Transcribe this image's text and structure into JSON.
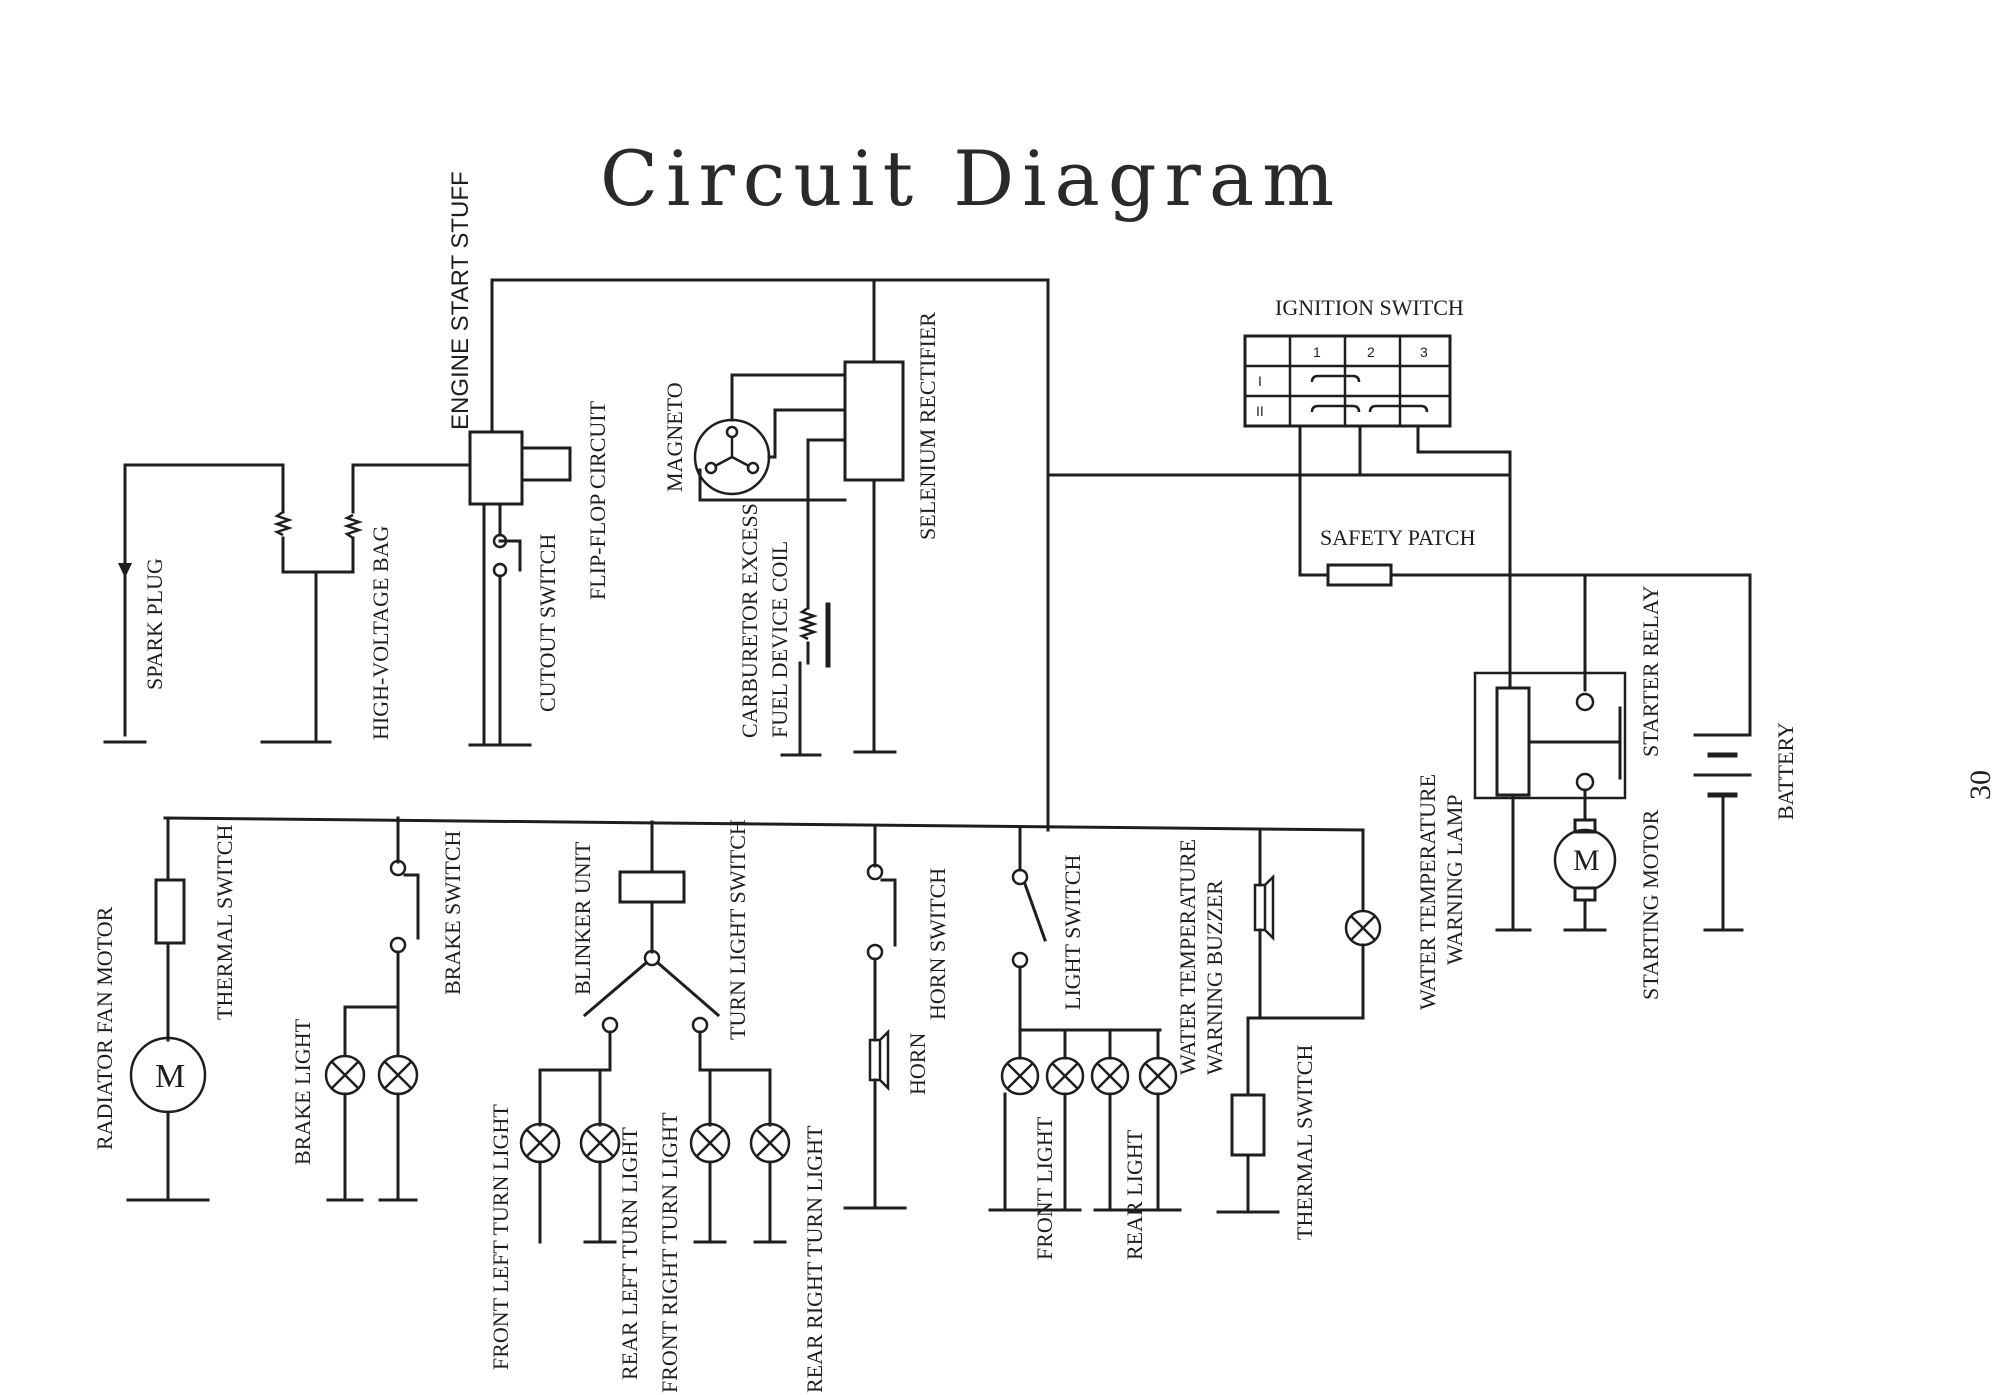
{
  "title": "Circuit Diagram",
  "page_number": "30",
  "labels": {
    "engine_start_stuff": "ENGINE START STUFF",
    "spark_plug": "SPARK PLUG",
    "high_voltage_bag": "HIGH-VOLTAGE BAG",
    "cutout_switch": "CUTOUT SWITCH",
    "flip_flop_circuit": "FLIP-FLOP CIRCUIT",
    "magneto": "MAGNETO",
    "selenium_rectifier": "SELENIUM RECTIFIER",
    "carburetor_excess": "CARBURETOR EXCESS",
    "fuel_device_coil": "FUEL DEVICE COIL",
    "ignition_switch": "IGNITION SWITCH",
    "safety_patch": "SAFETY PATCH",
    "starter_relay": "STARTER RELAY",
    "battery": "BATTERY",
    "water_temperature": "WATER TEMPERATURE",
    "warning_lamp": "WARNING LAMP",
    "starting_motor": "STARTING MOTOR",
    "radiator_fan_motor": "RADIATOR FAN MOTOR",
    "thermal_switch_left": "THERMAL SWITCH",
    "brake_switch": "BRAKE SWITCH",
    "brake_light": "BRAKE LIGHT",
    "blinker_unit": "BLINKER UNIT",
    "turn_light_switch": "TURN LIGHT SWITCH",
    "front_left_turn_light": "FRONT LEFT TURN LIGHT",
    "rear_left_turn_light": "REAR LEFT TURN LIGHT",
    "front_right_turn_light": "FRONT RIGHT TURN LIGHT",
    "rear_right_turn_light": "REAR RIGHT TURN LIGHT",
    "horn_switch": "HORN SWITCH",
    "horn": "HORN",
    "light_switch": "LIGHT SWITCH",
    "front_light": "FRONT LIGHT",
    "rear_light": "REAR LIGHT",
    "water_temp_buzzer_1": "WATER TEMPERATURE",
    "water_temp_buzzer_2": "WARNING BUZZER",
    "thermal_switch_right": "THERMAL SWITCH",
    "motor_symbol": "M"
  },
  "ignition_table": {
    "columns": [
      "1",
      "2",
      "3"
    ],
    "rows": [
      "I",
      "II"
    ]
  }
}
